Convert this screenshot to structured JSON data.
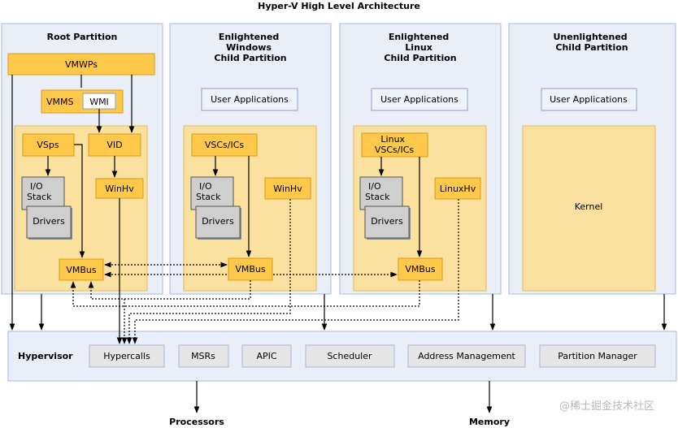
{
  "title": "Hyper-V High Level Architecture",
  "partitions": {
    "root": {
      "title": [
        "Root Partition"
      ]
    },
    "windows": {
      "title": [
        "Enlightened",
        "Windows",
        "Child Partition"
      ]
    },
    "linux": {
      "title": [
        "Enlightened",
        "Linux",
        "Child Partition"
      ]
    },
    "unenlightened": {
      "title": [
        "Unenlightened",
        "Child Partition"
      ]
    }
  },
  "root": {
    "vmwps": "VMWPs",
    "vmms": "VMMS",
    "wmi": "WMI",
    "vsps": "VSps",
    "vid": "VID",
    "io_stack": [
      "I/O",
      "Stack"
    ],
    "drivers": "Drivers",
    "winhv": "WinHv",
    "vmbus": "VMBus"
  },
  "windows": {
    "user_apps": "User Applications",
    "vscs": "VSCs/ICs",
    "io_stack": [
      "I/O",
      "Stack"
    ],
    "drivers": "Drivers",
    "winhv": "WinHv",
    "vmbus": "VMBus"
  },
  "linux": {
    "user_apps": "User Applications",
    "vscs": [
      "Linux",
      "VSCs/ICs"
    ],
    "io_stack": [
      "I/O",
      "Stack"
    ],
    "drivers": "Drivers",
    "linuxhv": "LinuxHv",
    "vmbus": "VMBus"
  },
  "unenlightened": {
    "user_apps": "User Applications",
    "kernel": "Kernel"
  },
  "hypervisor": {
    "label": "Hypervisor",
    "components": [
      "Hypercalls",
      "MSRs",
      "APIC",
      "Scheduler",
      "Address Management",
      "Partition Manager"
    ]
  },
  "hardware": {
    "processors": "Processors",
    "memory": "Memory"
  },
  "watermark": "@稀土掘金技术社区"
}
